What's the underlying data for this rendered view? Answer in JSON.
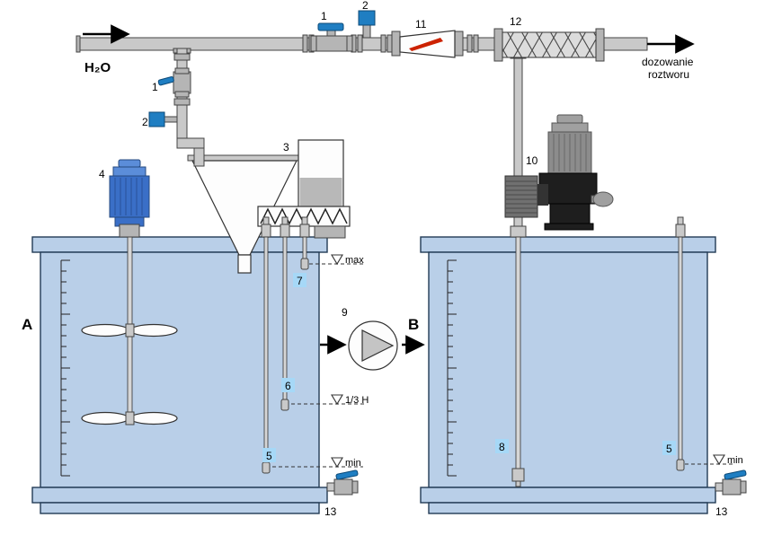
{
  "labels": {
    "h2o": "H₂O",
    "dozowanie_line1": "dozowanie",
    "dozowanie_line2": "roztworu",
    "tank_a": "A",
    "tank_b": "B",
    "n1_top": "1",
    "n2_top": "2",
    "n1_branch": "1",
    "n2_branch": "2",
    "n3": "3",
    "n4": "4",
    "n5_a": "5",
    "n6": "6",
    "n7": "7",
    "n8": "8",
    "n9": "9",
    "n10": "10",
    "n11": "11",
    "n12": "12",
    "n13_a": "13",
    "n5_b": "5",
    "n13_b": "13",
    "lvl_max": "max",
    "lvl_third": "1/3 H",
    "lvl_min_a": "min",
    "lvl_min_b": "min"
  },
  "colors": {
    "tank_fill": "#b9cfe8",
    "pipe_fill": "#c9c9c9",
    "handle_blue": "#1f7ec2",
    "motor_blue": "#3a6fc7",
    "dosing_pump_gray": "#8c8c8c",
    "dosing_pump_black": "#1e1e1e",
    "float_red": "#cc2200",
    "label_highlight": "#a6d8f7"
  }
}
